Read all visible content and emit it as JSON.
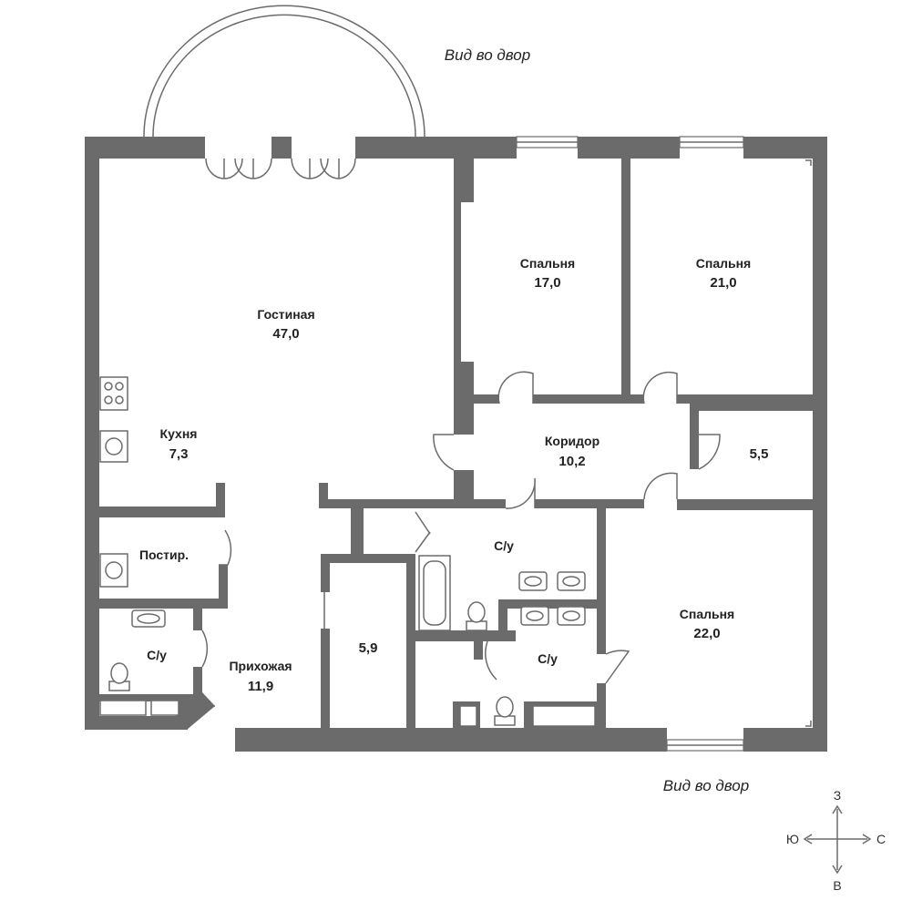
{
  "views": {
    "top": "Вид во двор",
    "bottom": "Вид во двор"
  },
  "rooms": {
    "living": {
      "name": "Гостиная",
      "area": "47,0"
    },
    "bedroom1": {
      "name": "Спальня",
      "area": "17,0"
    },
    "bedroom2": {
      "name": "Спальня",
      "area": "21,0"
    },
    "kitchen": {
      "name": "Кухня",
      "area": "7,3"
    },
    "corridor": {
      "name": "Коридор",
      "area": "10,2"
    },
    "storage_small": {
      "area": "5,5"
    },
    "laundry": {
      "name": "Постир."
    },
    "bath_left": {
      "name": "С/у"
    },
    "bath_center": {
      "name": "С/у"
    },
    "bath_lower": {
      "name": "С/у"
    },
    "hall": {
      "name": "Прихожая",
      "area": "11,9"
    },
    "closet": {
      "area": "5,9"
    },
    "bedroom3": {
      "name": "Спальня",
      "area": "22,0"
    }
  },
  "compass": {
    "north": "З",
    "south": "В",
    "west": "Ю",
    "east": "С"
  }
}
